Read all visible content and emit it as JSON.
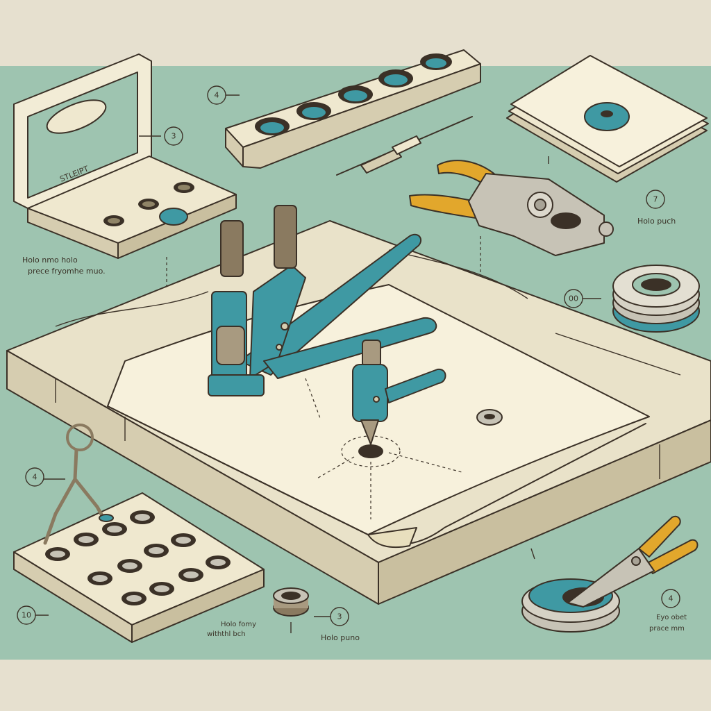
{
  "colors": {
    "background_band": "#e6e0cf",
    "table_surface": "#9ec4b0",
    "wood": "#e9e2c9",
    "wood_side": "#d6cdb0",
    "canvas": "#f7f1dc",
    "tool_teal": "#3f99a3",
    "handle_yellow": "#e2a72c",
    "ink": "#3b3127"
  },
  "callouts": {
    "c_box_3": "3",
    "c_strip_4": "4",
    "c_pliers_7": "7",
    "c_stack_left": "00",
    "c_board_4": "4",
    "c_board_10": "10",
    "c_grommet_3": "3",
    "c_cutter_4": "4"
  },
  "labels": {
    "box_stamp": "STLEIPT",
    "left_note_line1": "Holo nmo holo",
    "left_note_line2": "prece fryomhe muo.",
    "pliers_label": "Holo puch",
    "grommet_note_line1": "Holo fomy",
    "grommet_note_line2": "withthl bch",
    "grommet_label": "Holo puno",
    "cutter_note_line1": "Eyo obet",
    "cutter_note_line2": "prace mm"
  },
  "icons": {
    "press": "hand-press-icon",
    "punch": "hole-punch-icon",
    "pliers": "grommet-pliers-icon",
    "cutter": "cutting-pliers-icon"
  }
}
